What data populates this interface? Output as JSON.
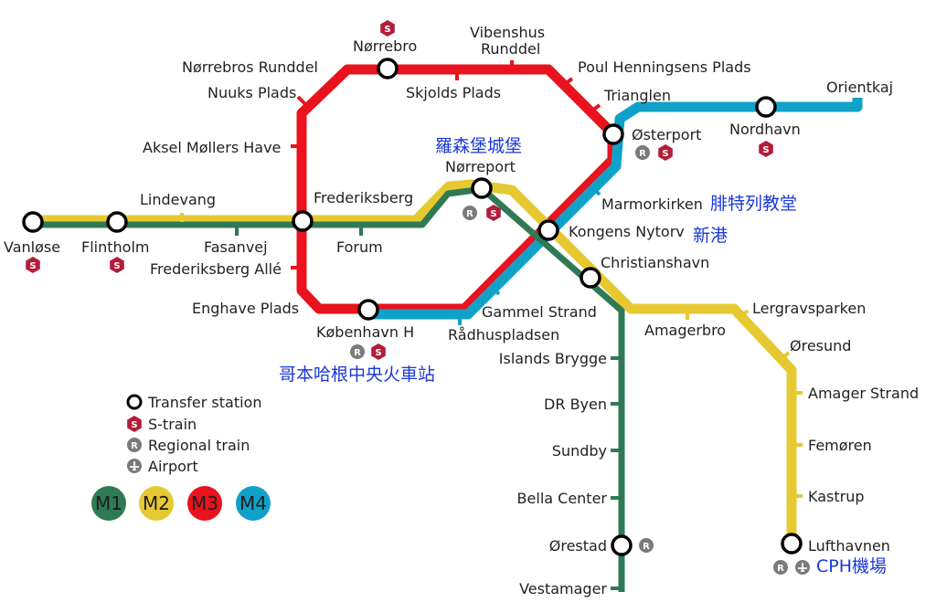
{
  "colors": {
    "M1": "#2f7a54",
    "M2": "#e6c932",
    "M3": "#e8131d",
    "M4": "#10a1c9",
    "sTrain": "#b21d3a",
    "regional": "#7a7a7a",
    "note": "#1a39d6"
  },
  "stations": {
    "vanlose": "Vanløse",
    "flintholm": "Flintholm",
    "lindevang": "Lindevang",
    "fasanvej": "Fasanvej",
    "frederiksberg": "Frederiksberg",
    "forum": "Forum",
    "norreport": "Nørreport",
    "kongens_nytorv": "Kongens Nytorv",
    "christianshavn": "Christianshavn",
    "islands_brygge": "Islands Brygge",
    "dr_byen": "DR Byen",
    "sundby": "Sundby",
    "bella_center": "Bella Center",
    "orestad": "Ørestad",
    "vestamager": "Vestamager",
    "amagerbro": "Amagerbro",
    "lergravsparken": "Lergravsparken",
    "oresund": "Øresund",
    "amager_strand": "Amager Strand",
    "femoren": "Femøren",
    "kastrup": "Kastrup",
    "lufthavnen": "Lufthavnen",
    "norrebro": "Nørrebro",
    "norrebros_runddel": "Nørrebros Runddel",
    "nuuks_plads": "Nuuks Plads",
    "aksel_mollers_have": "Aksel Møllers Have",
    "frederiksberg_alle": "Frederiksberg Allé",
    "enghave_plads": "Enghave Plads",
    "kobenhavn_h": "København H",
    "radhuspladsen": "Rådhuspladsen",
    "gammel_strand": "Gammel Strand",
    "marmorkirken": "Marmorkirken",
    "osterport": "Østerport",
    "trianglen": "Trianglen",
    "poul_henningsens_plads": "Poul Henningsens Plads",
    "vibenshus_runddel_1": "Vibenshus",
    "vibenshus_runddel_2": "Runddel",
    "skjolds_plads": "Skjolds Plads",
    "nordhavn": "Nordhavn",
    "orientkaj": "Orientkaj"
  },
  "notes": {
    "rosenborg": "羅森堡城堡",
    "frederik_church": "腓特列教堂",
    "nyhavn": "新港",
    "central_station": "哥本哈根中央火車站",
    "airport": "CPH機場"
  },
  "badges": {
    "s": "S",
    "r": "R"
  },
  "legend": {
    "transfer_station": "Transfer station",
    "s_train": "S-train",
    "regional_train": "Regional train",
    "airport": "Airport",
    "lines": [
      "M1",
      "M2",
      "M3",
      "M4"
    ]
  }
}
